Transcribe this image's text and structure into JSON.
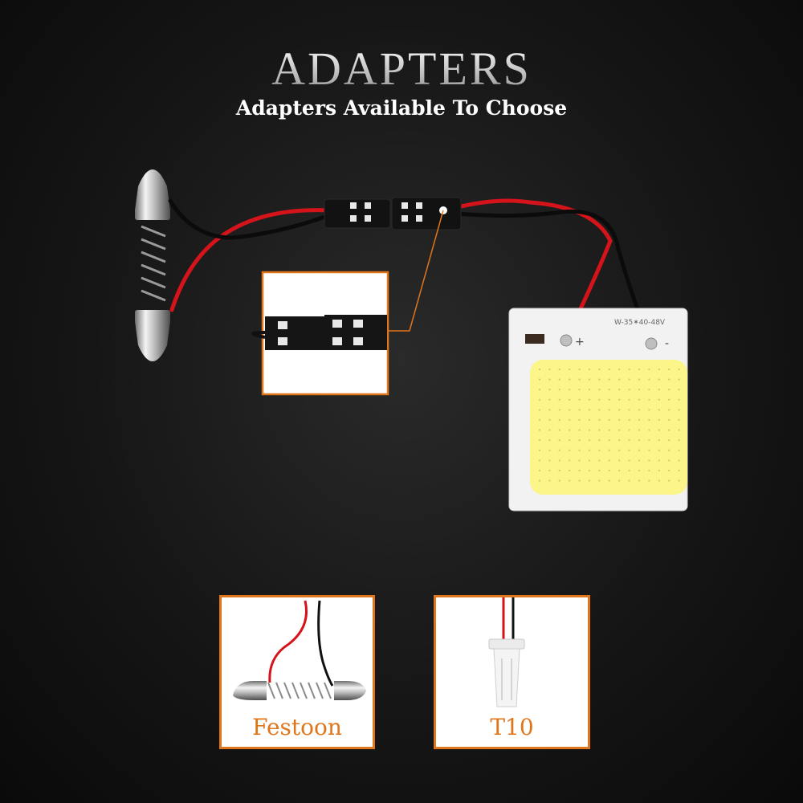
{
  "header": {
    "title": "ADAPTERS",
    "subtitle": "Adapters Available To Choose"
  },
  "board": {
    "plus_mark": "+",
    "minus_mark": "-",
    "model_print": "W-35✶40-48V"
  },
  "adapters": [
    {
      "label": "Festoon"
    },
    {
      "label": "T10"
    }
  ],
  "colors": {
    "accent": "#e0761b",
    "wire_red": "#d4141a",
    "wire_black": "#0b0b0b",
    "led_yellow": "#fbf58a"
  }
}
